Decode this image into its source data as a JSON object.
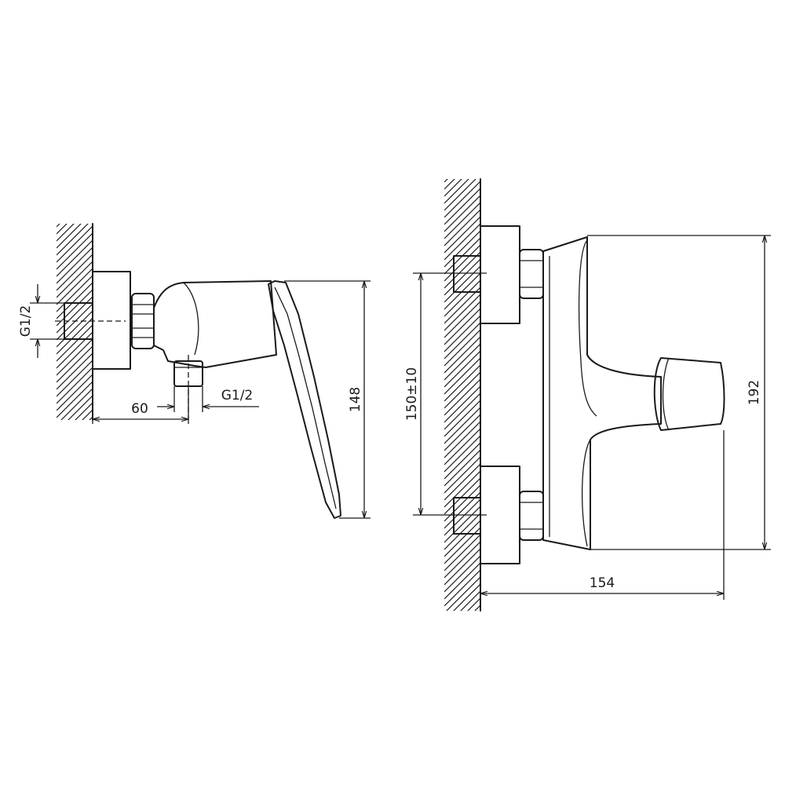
{
  "side_view": {
    "thread_inlet_label": "G1/2",
    "thread_outlet_label": "G1/2",
    "depth_label": "60",
    "height_label": "148"
  },
  "front_view": {
    "center_distance_label": "150±10",
    "height_label": "192",
    "width_label": "154"
  }
}
